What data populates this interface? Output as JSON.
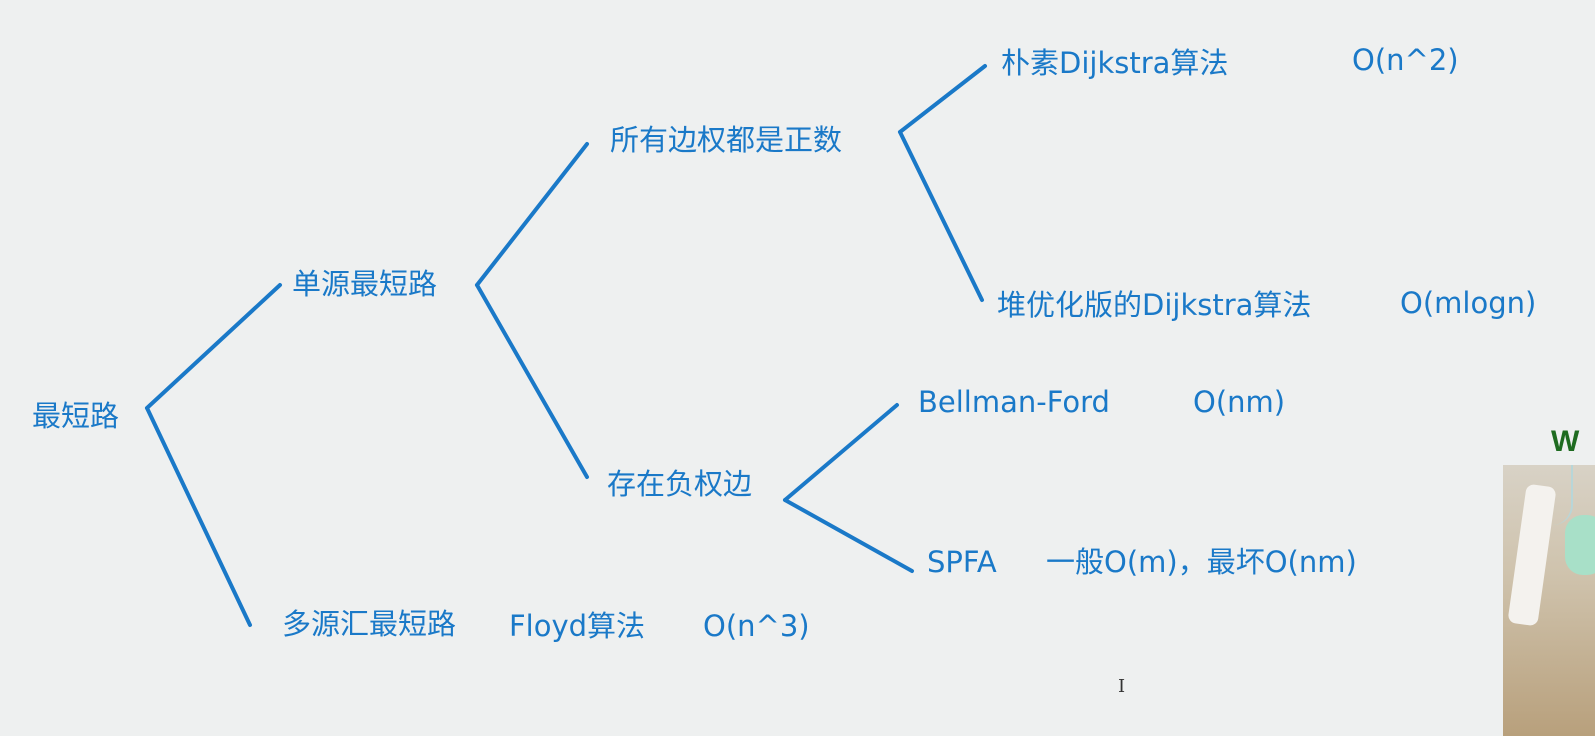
{
  "nodes": {
    "root": "最短路",
    "single_source": "单源最短路",
    "multi_source": "多源汇最短路",
    "multi_source_algo": "Floyd算法",
    "multi_source_complexity": "O(n^3)",
    "positive_weights": "所有边权都是正数",
    "negative_weights": "存在负权边",
    "naive_dijkstra": "朴素Dijkstra算法",
    "naive_dijkstra_complexity": "O(n^2)",
    "heap_dijkstra": "堆优化版的Dijkstra算法",
    "heap_dijkstra_complexity": "O(mlogn)",
    "bellman_ford": "Bellman-Ford",
    "bellman_ford_complexity": "O(nm)",
    "spfa": "SPFA",
    "spfa_complexity": "一般O(m)，最坏O(nm)"
  },
  "webcam_overlay_text": "W",
  "colors": {
    "accent": "#1a79c8",
    "background": "#eef0f0"
  }
}
